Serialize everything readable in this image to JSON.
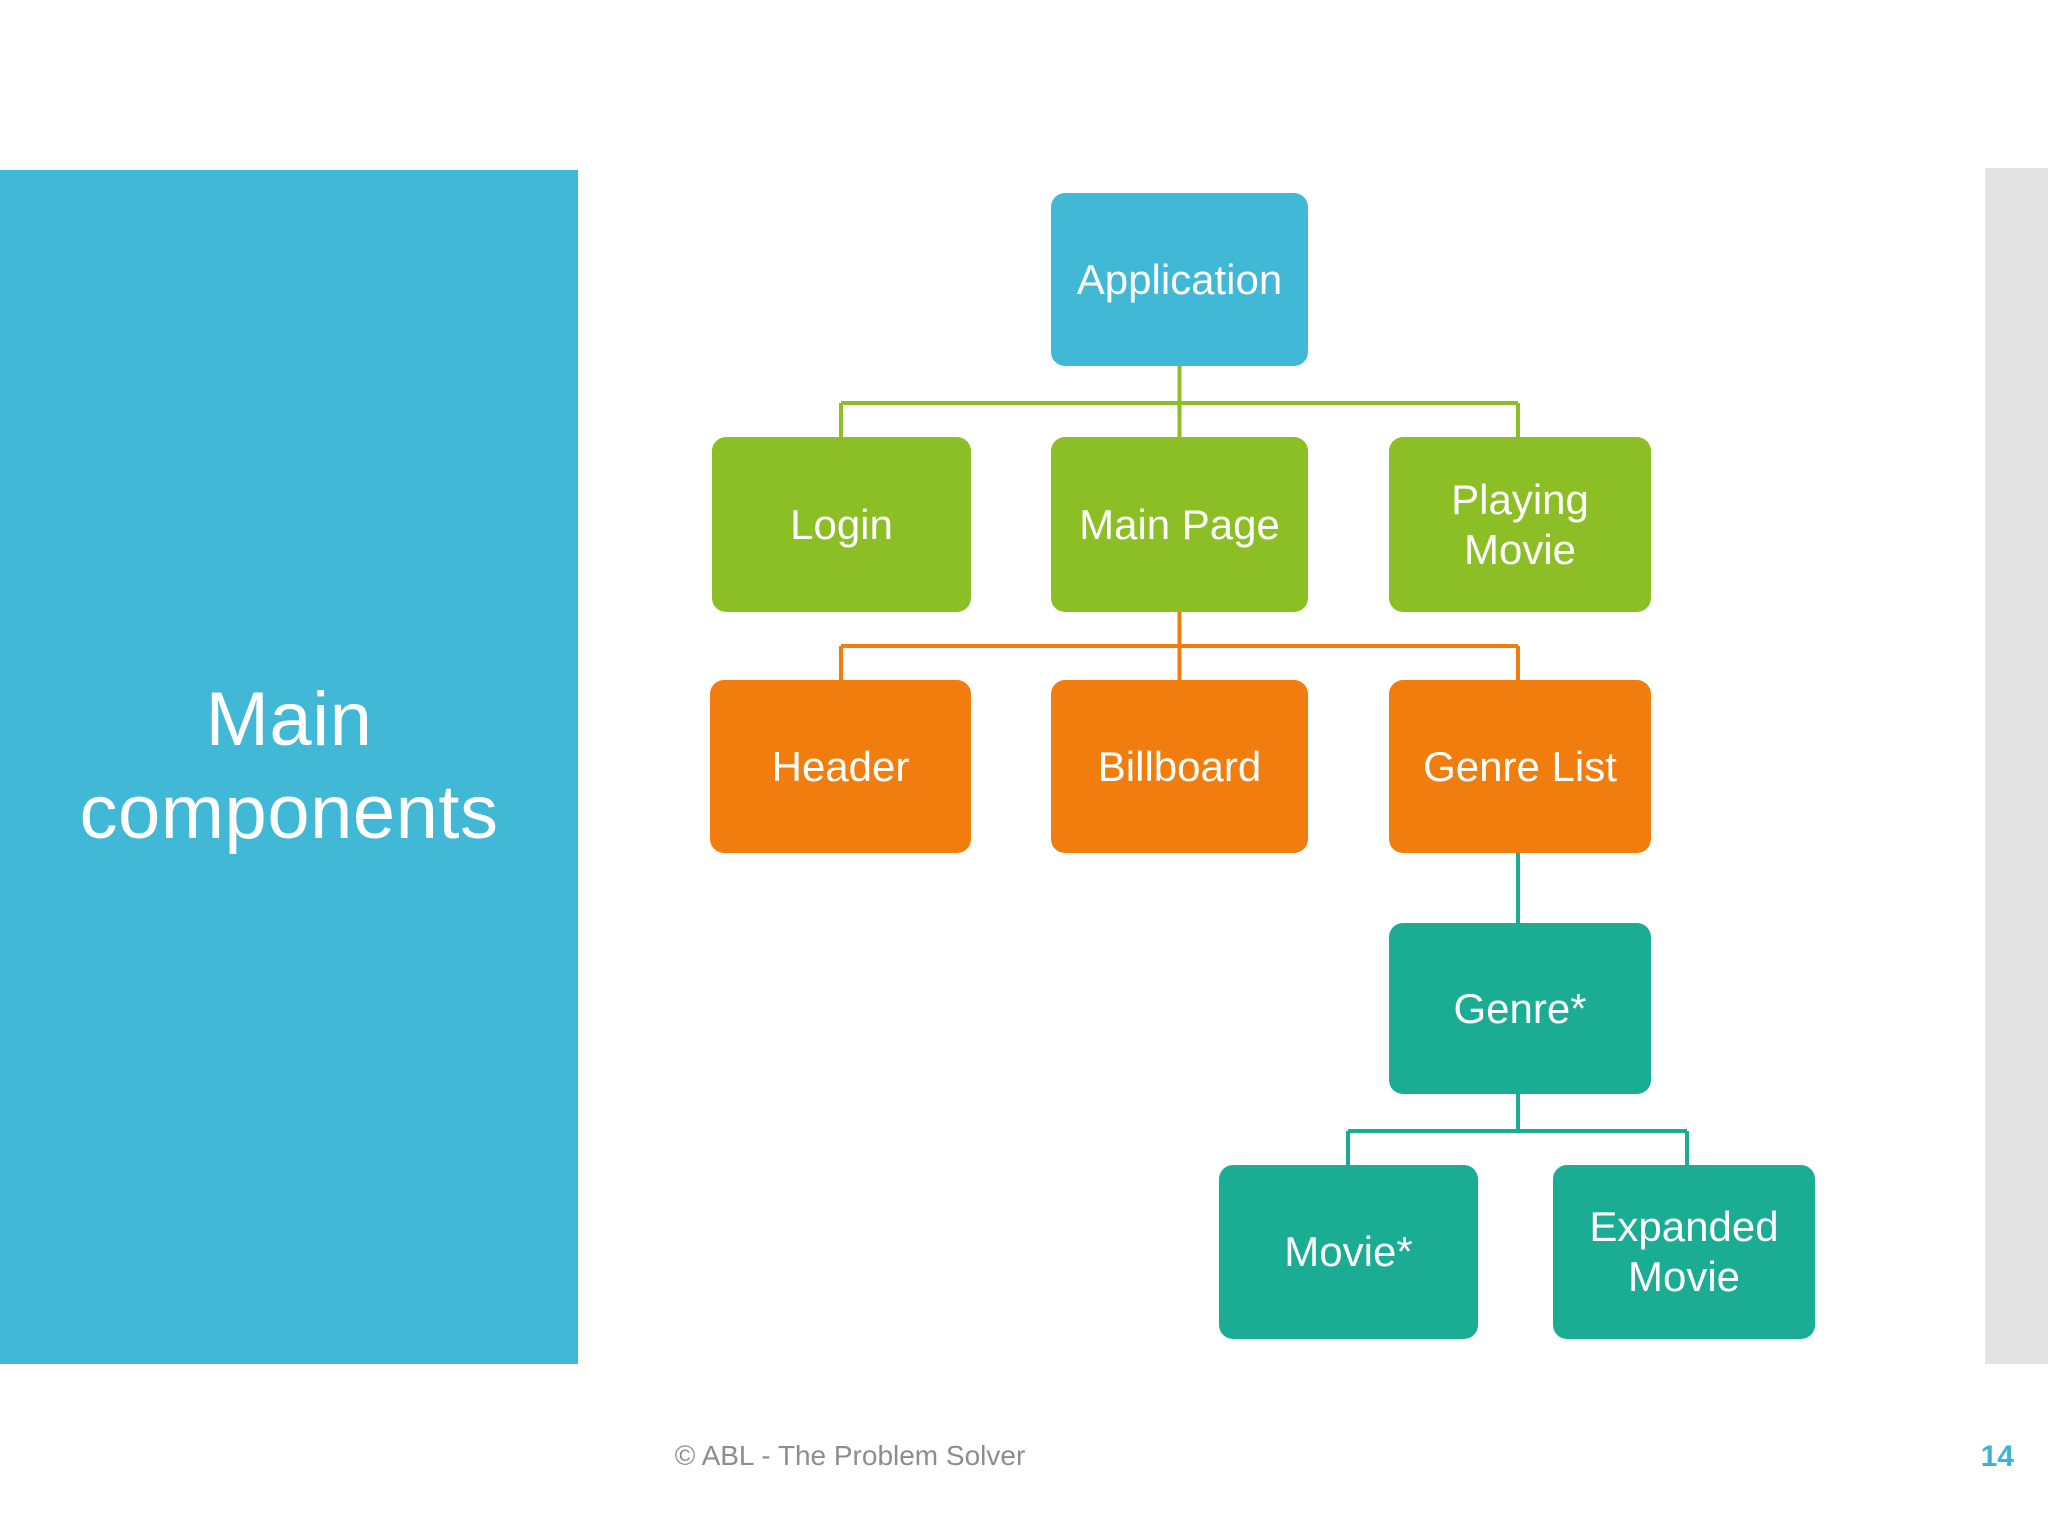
{
  "slide": {
    "title": "Main components",
    "footer_text": "© ABL - The Problem Solver",
    "page_number": "14"
  },
  "colors": {
    "accent_blue": "#41b8d5",
    "green": "#8cbf26",
    "orange": "#f07d0d",
    "teal": "#1bac94",
    "panel_gray": "#e3e3e4",
    "footer_gray": "#8b8d90",
    "background": "#ffffff"
  },
  "diagram": {
    "type": "tree",
    "nodes": [
      {
        "id": "application",
        "label": "Application",
        "level": 0,
        "color": "#41b8d5"
      },
      {
        "id": "login",
        "label": "Login",
        "level": 1,
        "color": "#8cbf26"
      },
      {
        "id": "main_page",
        "label": "Main Page",
        "level": 1,
        "color": "#8cbf26"
      },
      {
        "id": "playing_movie",
        "label": "Playing Movie",
        "level": 1,
        "color": "#8cbf26"
      },
      {
        "id": "header",
        "label": "Header",
        "level": 2,
        "color": "#f07d0d"
      },
      {
        "id": "billboard",
        "label": "Billboard",
        "level": 2,
        "color": "#f07d0d"
      },
      {
        "id": "genre_list",
        "label": "Genre List",
        "level": 2,
        "color": "#f07d0d"
      },
      {
        "id": "genre",
        "label": "Genre*",
        "level": 3,
        "color": "#1bac94"
      },
      {
        "id": "movie",
        "label": "Movie*",
        "level": 4,
        "color": "#1bac94"
      },
      {
        "id": "expanded_movie",
        "label": "Expanded Movie",
        "level": 4,
        "color": "#1bac94"
      }
    ],
    "edges": [
      {
        "from": "application",
        "to": "login"
      },
      {
        "from": "application",
        "to": "main_page"
      },
      {
        "from": "application",
        "to": "playing_movie"
      },
      {
        "from": "main_page",
        "to": "header"
      },
      {
        "from": "main_page",
        "to": "billboard"
      },
      {
        "from": "main_page",
        "to": "genre_list"
      },
      {
        "from": "genre_list",
        "to": "genre"
      },
      {
        "from": "genre",
        "to": "movie"
      },
      {
        "from": "genre",
        "to": "expanded_movie"
      }
    ]
  }
}
